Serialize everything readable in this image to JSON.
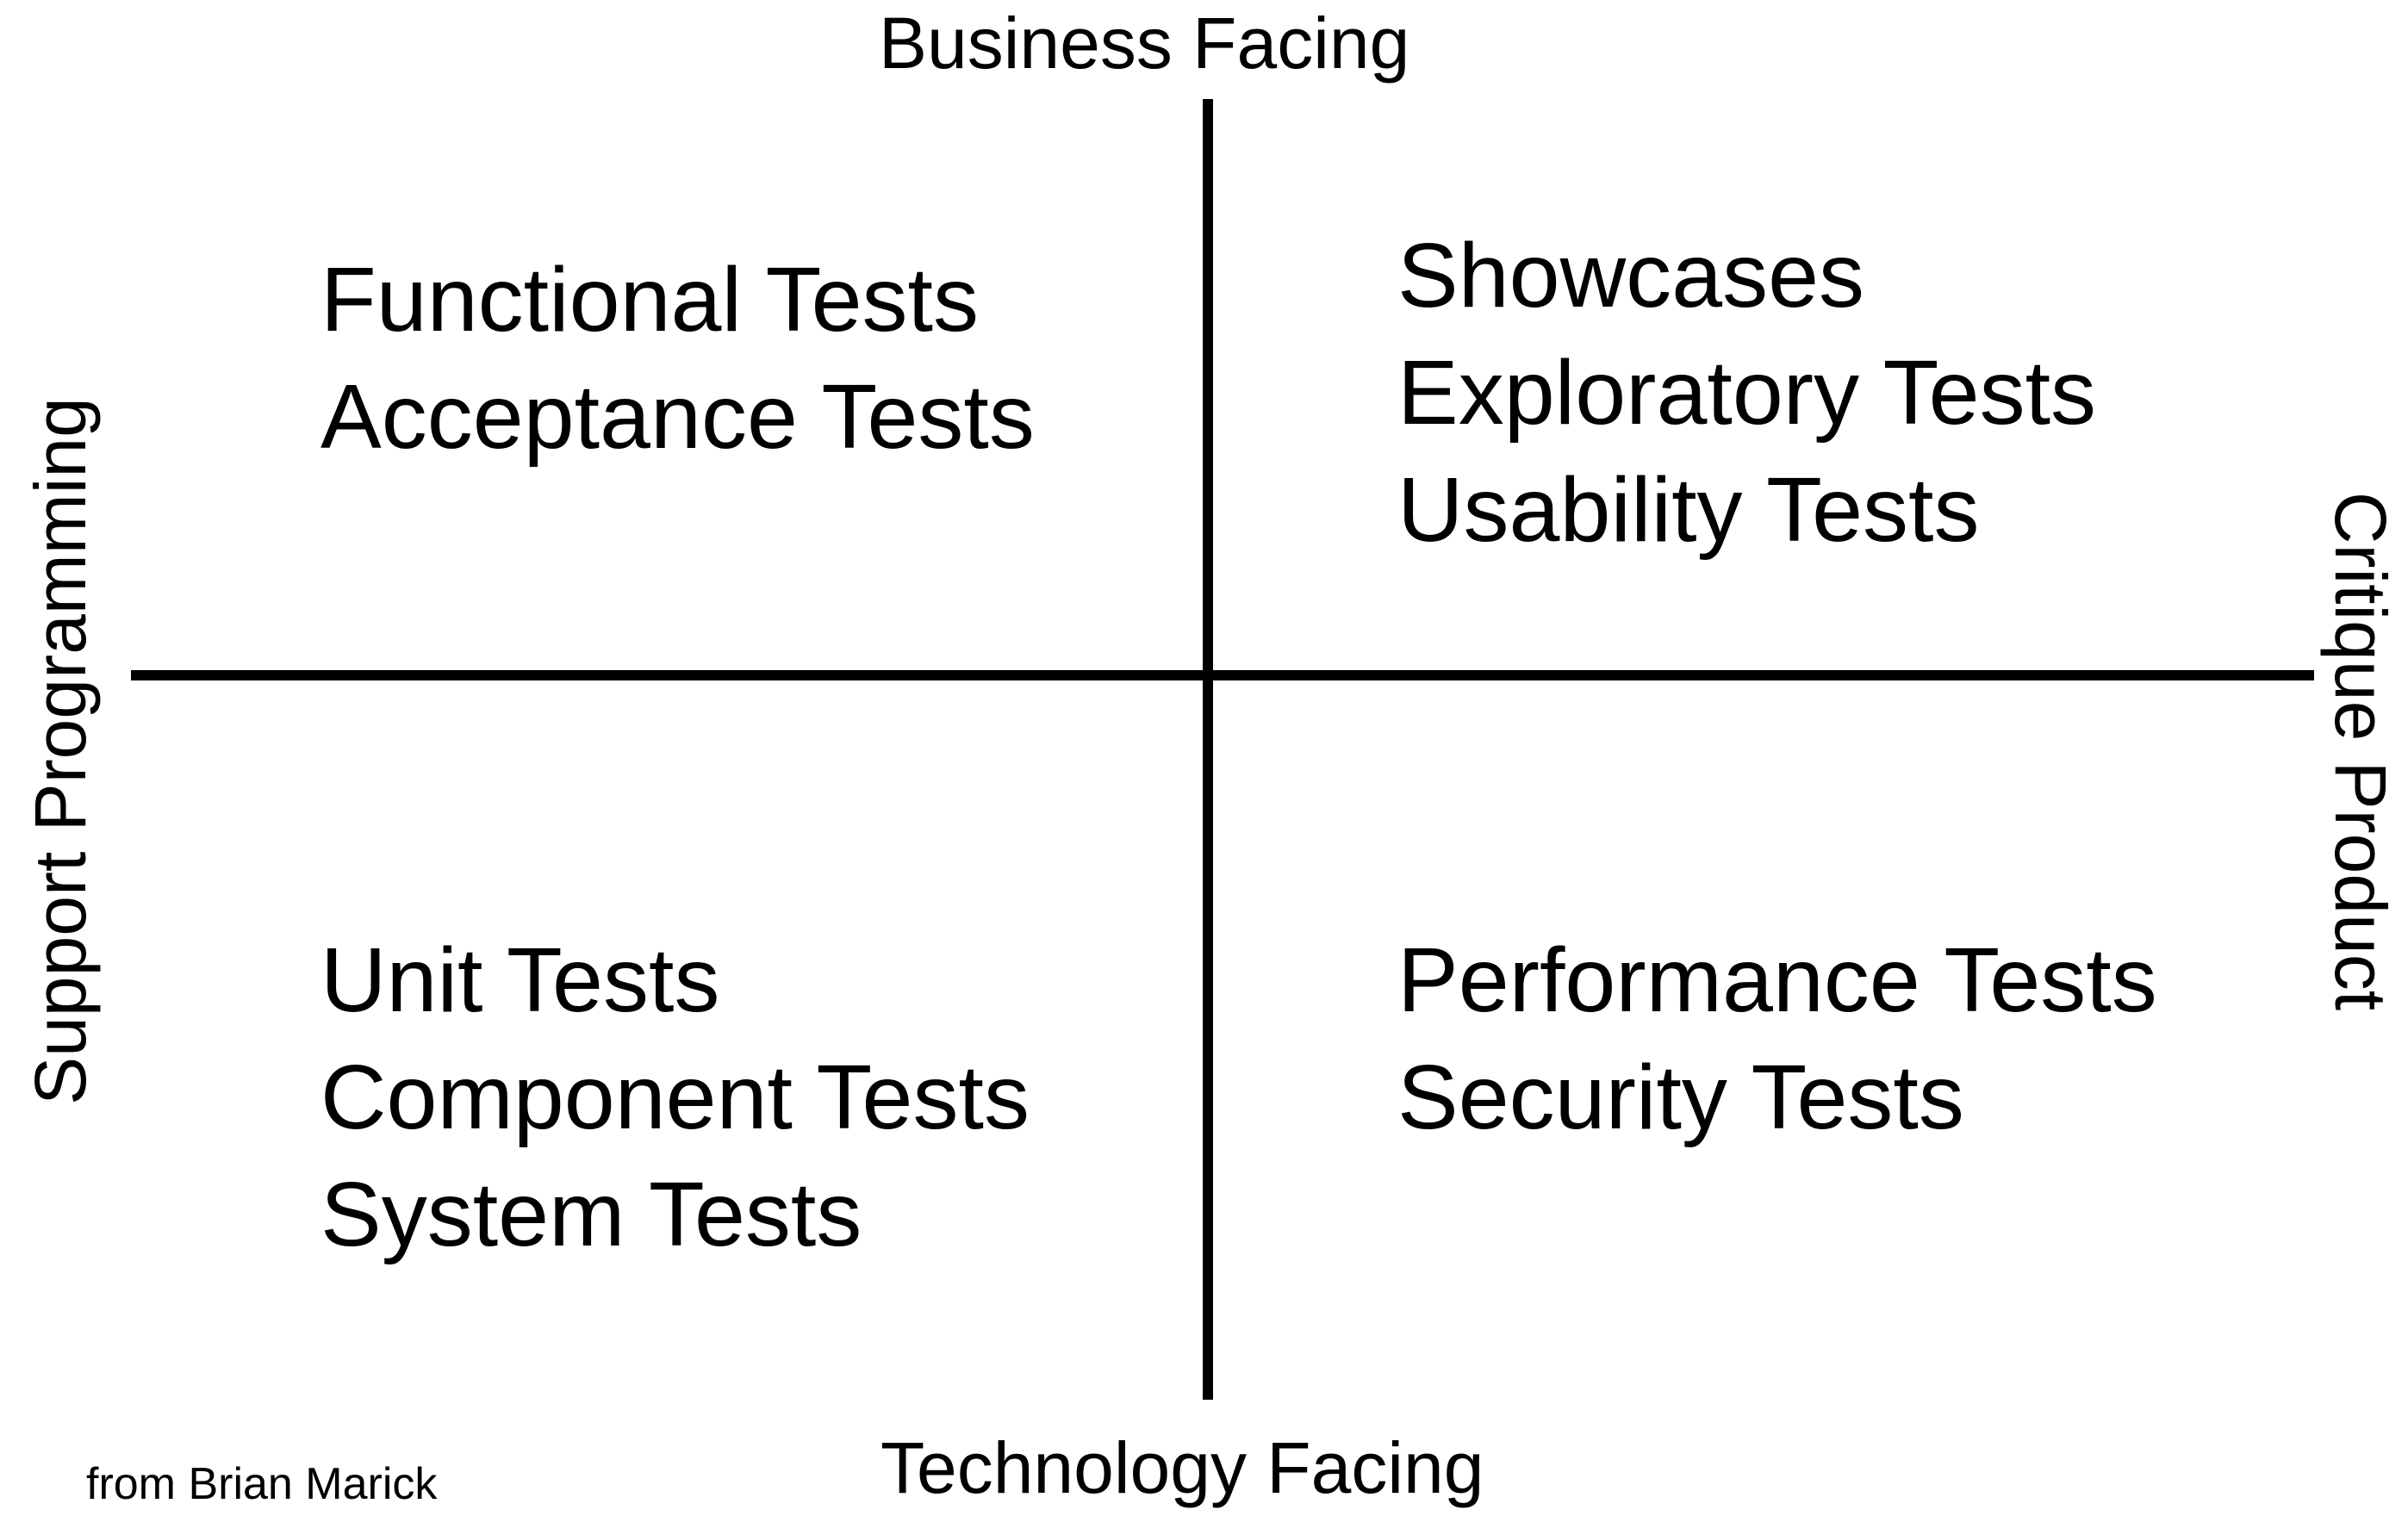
{
  "axes": {
    "top": "Business Facing",
    "bottom": "Technology Facing",
    "left": "Support Programming",
    "right": "Critique Product"
  },
  "quadrants": {
    "top_left": [
      "Functional Tests",
      "Acceptance Tests"
    ],
    "top_right": [
      "Showcases",
      "Exploratory Tests",
      "Usability Tests"
    ],
    "bottom_left": [
      "Unit Tests",
      "Component Tests",
      "System Tests"
    ],
    "bottom_right": [
      "Performance Tests",
      "Security Tests"
    ]
  },
  "credit": "from Brian Marick",
  "colors": {
    "background": "#ffffff",
    "ink": "#000000"
  }
}
